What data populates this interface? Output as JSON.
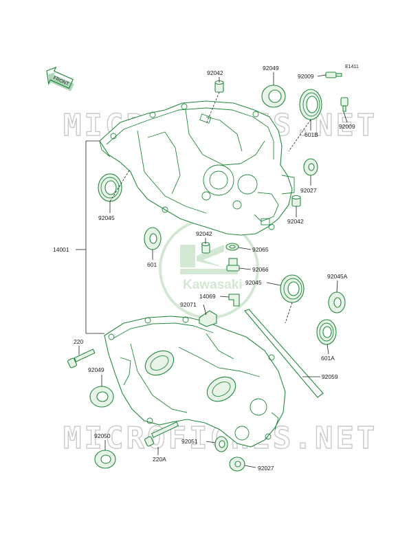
{
  "diagram_code": "E1411",
  "front_label": "FRONT",
  "watermark_text": "MICROFICHES.NET",
  "logo_text": "Kawasaki",
  "colors": {
    "parts_green": "#1d8a3a",
    "watermark_grey": "#c9c9c9",
    "logo_green": "#d2e8d2"
  },
  "labels": {
    "p92042_top": "92042",
    "p92049_top": "92049",
    "p92009_a": "92009",
    "p92009_b": "92009",
    "p601B": "601B",
    "p92027_upper": "92027",
    "p92042_right": "92042",
    "p92045_left": "92045",
    "p14001": "14001",
    "p601": "601",
    "p92042_mid": "92042",
    "p92065": "92065",
    "p92066": "92066",
    "p92045_mid": "92045",
    "p92045A": "92045A",
    "p14069": "14069",
    "p92071": "92071",
    "p601A": "601A",
    "p220": "220",
    "p92049_low": "92049",
    "p92059": "92059",
    "p92050": "92050",
    "p92051": "92051",
    "p220A": "220A",
    "p92027_low": "92027"
  }
}
